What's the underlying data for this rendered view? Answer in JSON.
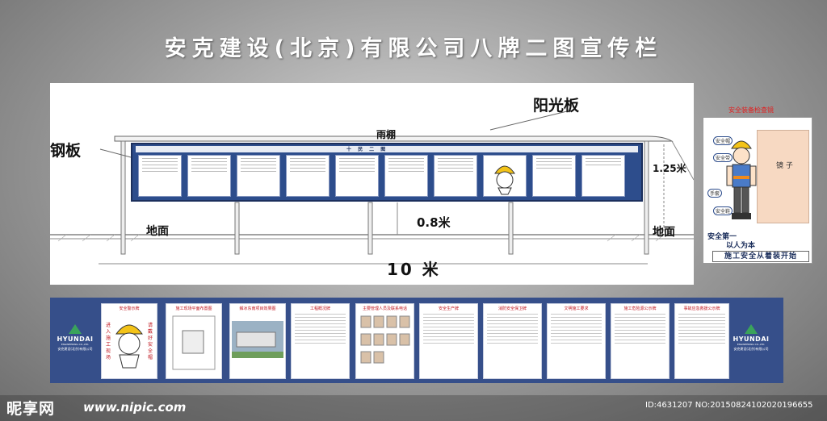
{
  "title": "安克建设(北京)有限公司八牌二图宣传栏",
  "drawing": {
    "sun_panel_label": "阳光板",
    "canopy_label": "雨棚",
    "steel_label": "钢板",
    "height_label": "1.25米",
    "ground_left": "地面",
    "ground_right": "地面",
    "gap_label": "0.8米",
    "width_label": "10 米",
    "board_header": "十 民 二 图"
  },
  "mirror_panel": {
    "title": "安全装备检查镜",
    "mirror_label": "镜 子",
    "tags": [
      "安全帽",
      "安全带",
      "手套",
      "安全鞋"
    ],
    "slogan_line1": "安全第一",
    "slogan_line2": "以人为本",
    "footer": "施工安全从着装开始"
  },
  "strip": {
    "logo_name": "HYUNDAI",
    "logo_sub": "ENGINEERING CO.,LTD.",
    "logo_cn": "安克建设(北京)有限公司",
    "panels": [
      "安全警示牌",
      "施工现场平面布置图",
      "鳞冰东南项目效果图",
      "工程概况牌",
      "主要管理人员及联系电话",
      "安全生产牌",
      "消防安全保卫牌",
      "文明施工要求",
      "施工危险源公示牌",
      "事故应急救援公示牌"
    ],
    "warning_text_left": "进入施工现场",
    "warning_text_right": "请戴好安全帽"
  },
  "watermark": {
    "logo": "昵享网",
    "url": "www.nipic.com",
    "id": "ID:4631207 NO:20150824102020196655"
  },
  "colors": {
    "board_blue": "#2d4d8c",
    "strip_blue": "#364f8a",
    "accent_red": "#c0141c",
    "logo_green": "#3aa35b",
    "mirror_skin": "#f7d9c2"
  }
}
